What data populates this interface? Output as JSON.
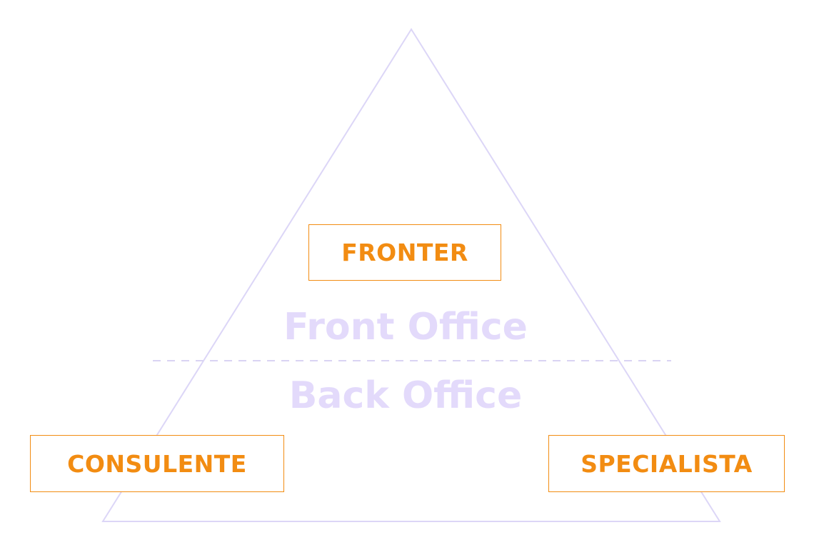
{
  "colors": {
    "accent": "#f28c12",
    "triangle_line": "#dcd6f7",
    "zone_text": "#e3dafb",
    "divider": "#d9d4f3"
  },
  "pyramid": {
    "apex_role": "FRONTER",
    "left_role": "CONSULENTE",
    "right_role": "SPECIALISTA"
  },
  "zones": {
    "upper": "Front Office",
    "lower": "Back Office"
  }
}
